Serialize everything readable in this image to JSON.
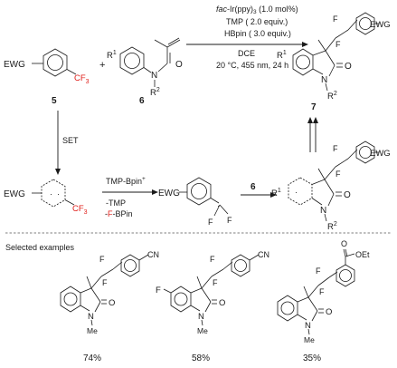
{
  "reagents": {
    "catalyst_prefix": "fac",
    "catalyst": "-Ir(ppy)",
    "catalyst_sub": "3",
    "catalyst_loading": " (1.0 mol%)",
    "base": "TMP ( 2.0 equiv.)",
    "borane": "HBpin ( 3.0 equiv.)",
    "solvent": "DCE",
    "conditions": "20 °C, 455 nm, 24 h"
  },
  "compounds": {
    "c5": "5",
    "c6": "6",
    "c7": "7",
    "plus": "+",
    "ewg": "EWG",
    "cf3": "CF",
    "cf3_sub": "3",
    "r1": "R",
    "r1_sup": "1",
    "r2": "R",
    "r2_sup": "2",
    "n": "N",
    "o": "O",
    "f": "F"
  },
  "mechanism": {
    "set": "SET",
    "tmp_bpin": "TMP-Bpin",
    "tmp_bpin_sup": "+",
    "minus_tmp": "-TMP",
    "minus_fbpin_prefix": "-",
    "minus_fbpin_f": "F",
    "minus_fbpin_rest": "-BPin",
    "add6": "6"
  },
  "examples": {
    "header": "Selected examples",
    "cn": "CN",
    "ester_o": "O",
    "ester_oet": "OEt",
    "me": "Me",
    "f_sub": "F",
    "yields": [
      "74%",
      "58%",
      "35%"
    ]
  },
  "colors": {
    "cf3": "#e0201b",
    "ink": "#1a1a1a"
  }
}
